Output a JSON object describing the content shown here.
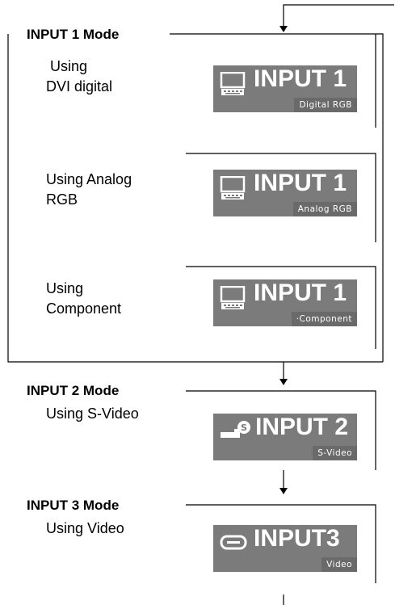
{
  "input1": {
    "mode_title": "INPUT 1 Mode",
    "items": [
      {
        "desc_line1": "Using",
        "desc_line2": "DVI digital",
        "osd_title": "INPUT 1",
        "osd_sub": "Digital RGB",
        "icon": "monitor-keyboard-icon"
      },
      {
        "desc_line1": "Using Analog",
        "desc_line2": "RGB",
        "osd_title": "INPUT 1",
        "osd_sub": "Analog RGB",
        "icon": "monitor-keyboard-icon"
      },
      {
        "desc_line1": "Using",
        "desc_line2": "Component",
        "osd_title": "INPUT 1",
        "osd_sub": "·Component",
        "icon": "monitor-keyboard-icon"
      }
    ]
  },
  "input2": {
    "mode_title": "INPUT 2 Mode",
    "desc": "Using S-Video",
    "osd_title": "INPUT 2",
    "osd_sub": "S-Video",
    "icon": "s-video-plug-icon"
  },
  "input3": {
    "mode_title": "INPUT 3 Mode",
    "desc": "Using Video",
    "osd_title": "INPUT3",
    "osd_sub": "Video",
    "icon": "video-plug-icon"
  },
  "colors": {
    "osd_background": "#7b7b7b",
    "osd_subtitle_background": "#6a6a6a",
    "osd_text": "#ffffff",
    "line": "#000000"
  }
}
